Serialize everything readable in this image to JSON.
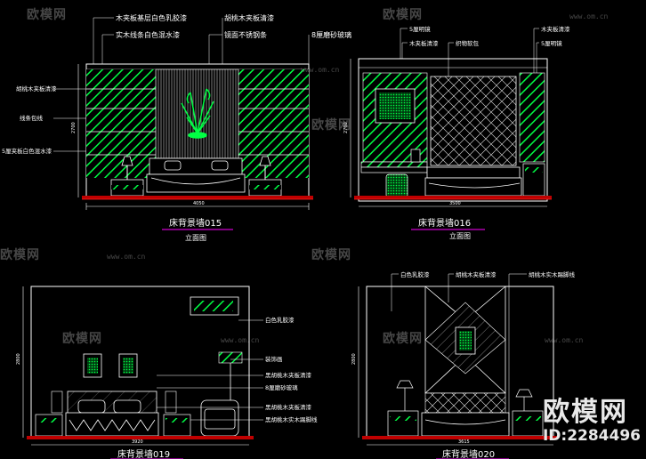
{
  "panel1": {
    "labels_top": [
      "木夹板基层白色乳胶漆",
      "胡桃木夹板清漆",
      "实木线条白色混水漆",
      "镜面不锈钢条",
      "8厘磨砂玻璃"
    ],
    "labels_left": [
      "胡桃木夹板清漆",
      "线条包线",
      "5厘夹板白色混水漆"
    ],
    "dim_width": "4050",
    "dim_height": "2700",
    "title": "床背景墙015",
    "subtitle": "立面图"
  },
  "panel2": {
    "labels_top_left": [
      "5厘明镜",
      "木夹板清漆"
    ],
    "label_mid": "织物软包",
    "labels_top_right": [
      "木夹板清漆",
      "5厘明镜"
    ],
    "dim_width": "3500",
    "dim_height": "2700",
    "title": "床背景墙016",
    "subtitle": "立面图"
  },
  "panel3": {
    "labels_right": [
      "白色乳胶漆",
      "装饰画",
      "黑胡桃木夹板清漆",
      "8厘磨砂玻璃",
      "黑胡桃木夹板清漆",
      "黑胡桃木实木踢脚线"
    ],
    "dim_width": "3920",
    "dim_height": "2800",
    "title": "床背景墙019"
  },
  "panel4": {
    "labels_top": [
      "白色乳胶漆",
      "胡桃木夹板清漆",
      "胡桃木实木踢脚线"
    ],
    "dim_width": "3615",
    "dim_height": "2800",
    "title": "床背景墙020"
  },
  "watermark": {
    "brand": "欧模网",
    "url": "www.om.cn"
  },
  "stamp": {
    "brand": "欧模网",
    "id": "ID:2284496"
  },
  "colors": {
    "accent": "#00ff44",
    "line": "#ffffff",
    "magenta": "#ff00ff",
    "red": "#ff2020",
    "floor": "#c00000"
  }
}
